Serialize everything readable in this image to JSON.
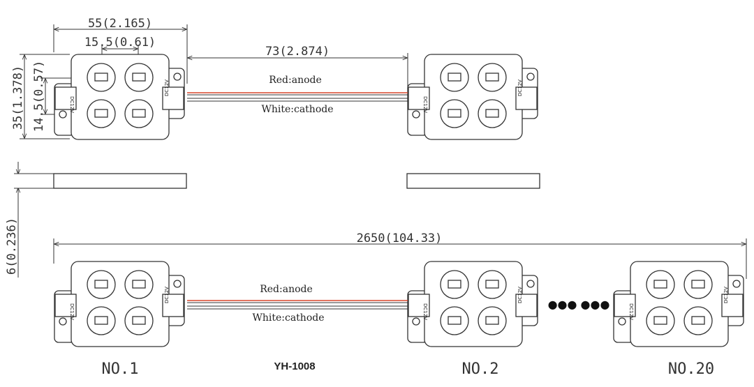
{
  "dimensions": {
    "width": "55(2.165)",
    "pitch_small": "15.5(0.61)",
    "spacing": "73(2.874)",
    "height": "35(1.378)",
    "inner_height": "14.5(0.57)",
    "thickness": "6(0.236)",
    "total_length": "2650(104.33)"
  },
  "wires": {
    "anode_label": "Red:anode",
    "cathode_label": "White:cathode",
    "anode_color": "#d9472b",
    "cathode_color": "#555555"
  },
  "module": {
    "voltage": "DC12V",
    "plus": "+",
    "minus": "-"
  },
  "labels": {
    "no1": "NO.1",
    "no2": "NO.2",
    "no20": "NO.20",
    "model": "YH-1008",
    "ellipsis": "●●● ●●●"
  }
}
